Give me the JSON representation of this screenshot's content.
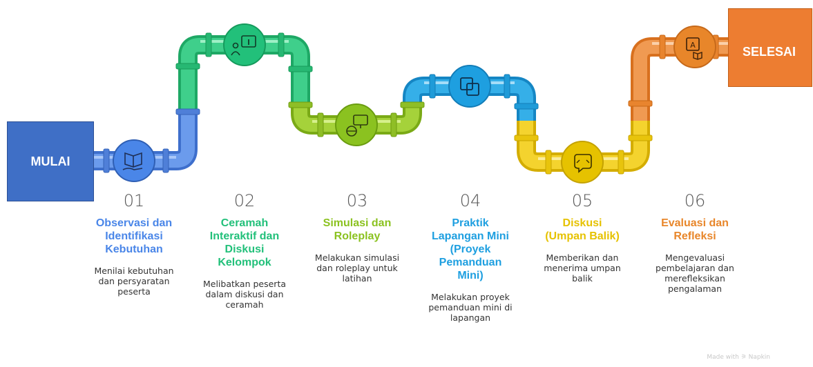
{
  "start_label": "MULAI",
  "end_label": "SELESAI",
  "steps": [
    {
      "number": "01",
      "title": "Observasi dan\nIdentifikasi\nKebutuhan",
      "description": "Menilai kebutuhan\ndan persyaratan\npeserta",
      "color": "#4a86e8",
      "icon": "open-book-hand-icon"
    },
    {
      "number": "02",
      "title": "Ceramah\nInteraktif dan\nDiskusi\nKelompok",
      "description": "Melibatkan peserta\ndalam diskusi dan\nceramah",
      "color": "#22c07a",
      "icon": "presenter-info-icon"
    },
    {
      "number": "03",
      "title": "Simulasi dan\nRoleplay",
      "description": "Melakukan simulasi\ndan roleplay untuk\nlatihan",
      "color": "#8bc220",
      "icon": "driving-simulator-icon"
    },
    {
      "number": "04",
      "title": "Praktik\nLapangan Mini\n(Proyek\nPemanduan\nMini)",
      "description": "Melakukan proyek\npemanduan mini di\nlapangan",
      "color": "#1e9fe0",
      "icon": "overlapping-squares-icon"
    },
    {
      "number": "05",
      "title": "Diskusi\n(Umpan Balik)",
      "description": "Memberikan dan\nmenerima umpan\nbalik",
      "color": "#e6c200",
      "icon": "feedback-loop-icon"
    },
    {
      "number": "06",
      "title": "Evaluasi dan\nRefleksi",
      "description": "Mengevaluasi\npembelajaran dan\nmerefleksikan\npengalaman",
      "color": "#e8862a",
      "icon": "translate-book-icon"
    }
  ],
  "footer": "Made with ⚞ Napkin"
}
